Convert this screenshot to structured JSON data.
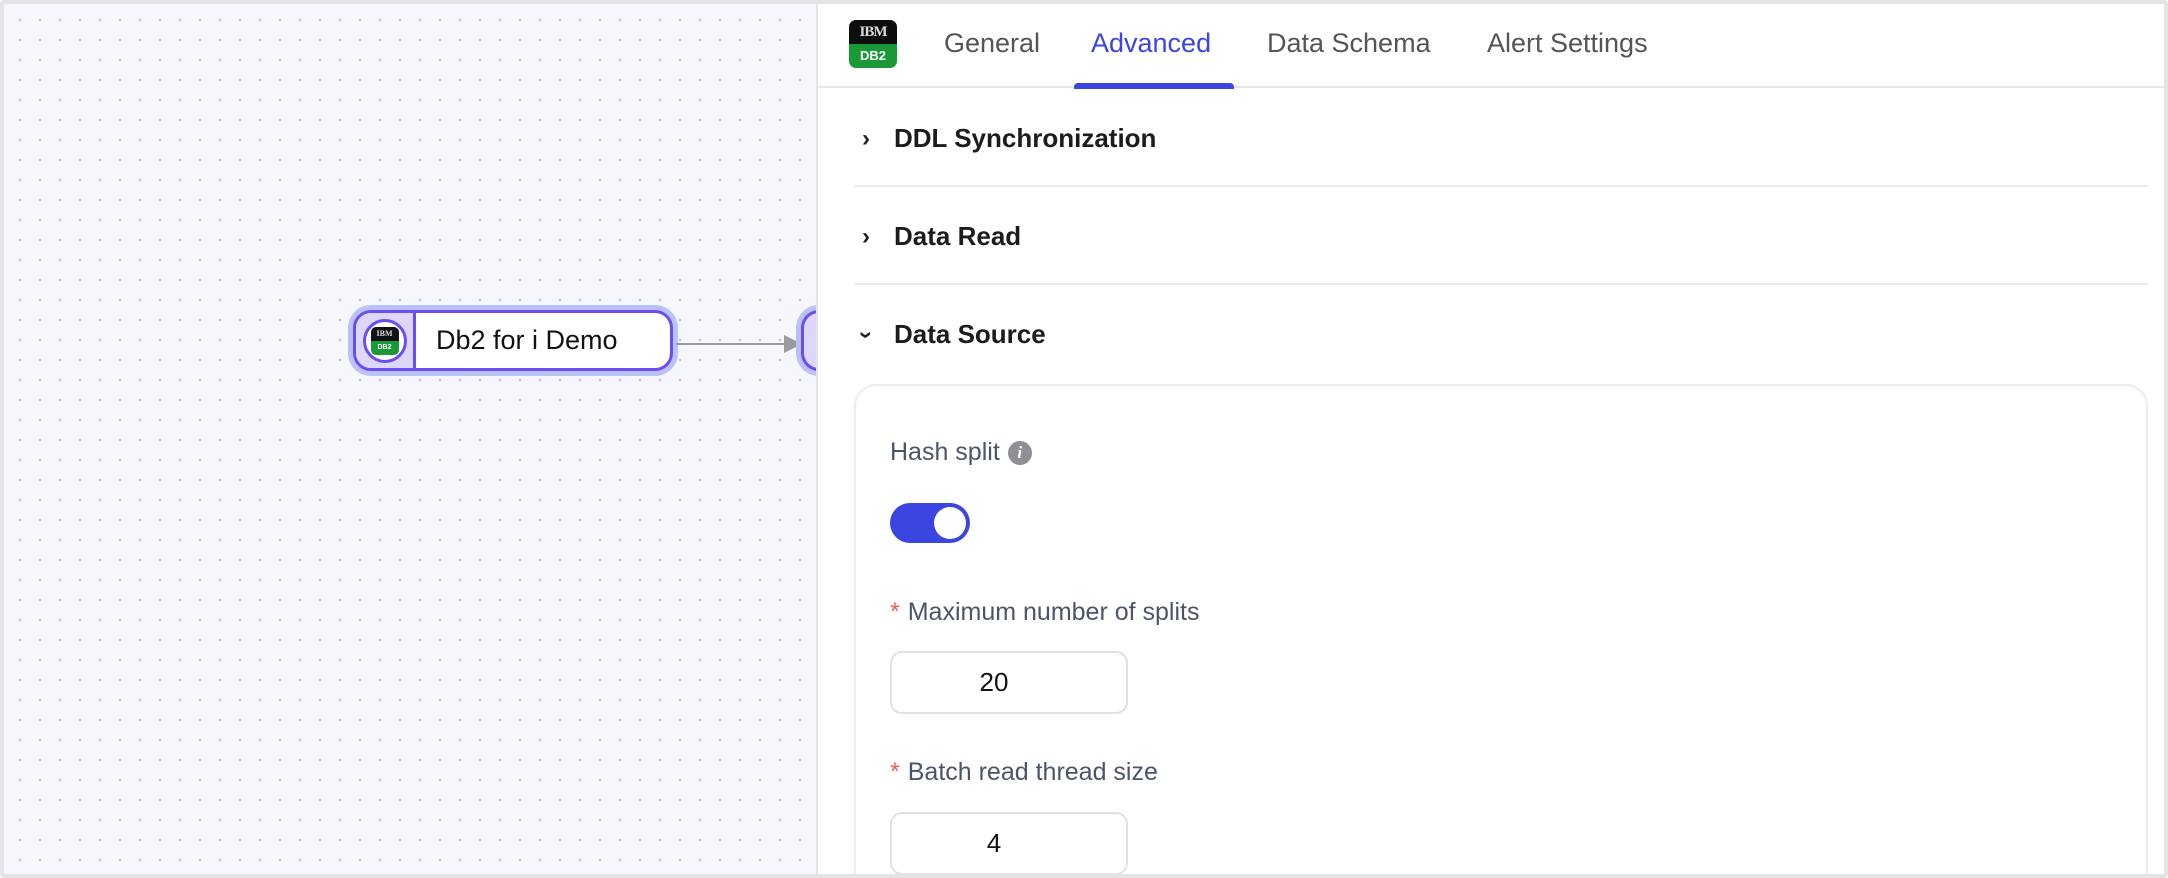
{
  "canvas": {
    "nodes": [
      {
        "label": "Db2 for i Demo",
        "icon": "ibm-db2-logo",
        "icon_top": "IBM",
        "icon_bottom": "DB2"
      }
    ]
  },
  "panel": {
    "logo": {
      "top": "IBM",
      "bottom": "DB2"
    },
    "tabs": [
      {
        "label": "General",
        "active": false
      },
      {
        "label": "Advanced",
        "active": true
      },
      {
        "label": "Data Schema",
        "active": false
      },
      {
        "label": "Alert Settings",
        "active": false
      }
    ],
    "sections": [
      {
        "title": "DDL Synchronization",
        "expanded": false
      },
      {
        "title": "Data Read",
        "expanded": false
      },
      {
        "title": "Data Source",
        "expanded": true
      }
    ],
    "data_source": {
      "hash_split": {
        "label": "Hash split",
        "enabled": true
      },
      "max_splits": {
        "label": "Maximum number of splits",
        "required_mark": "*",
        "value": "20"
      },
      "batch_thread": {
        "label": "Batch read thread size",
        "required_mark": "*",
        "value": "4"
      }
    }
  },
  "colors": {
    "accent": "#3b45e0",
    "node_border": "#6c4df5",
    "required": "#ef5a5a"
  }
}
